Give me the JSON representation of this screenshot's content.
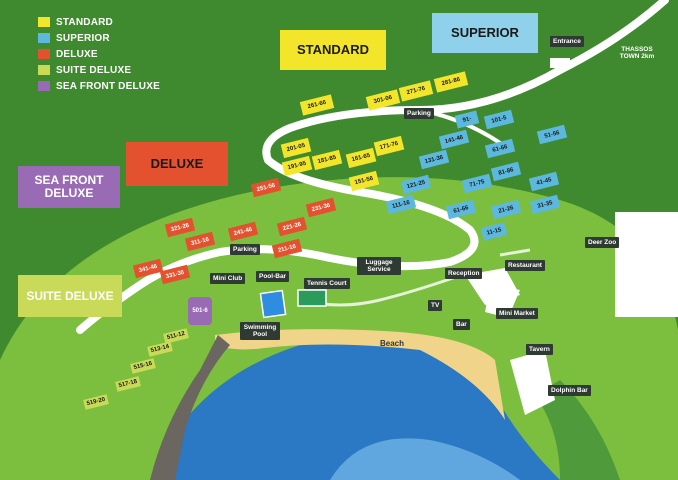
{
  "legend": [
    {
      "label": "STANDARD",
      "color": "#f3e62a"
    },
    {
      "label": "SUPERIOR",
      "color": "#5db8de"
    },
    {
      "label": "DELUXE",
      "color": "#e4512e"
    },
    {
      "label": "SUITE DELUXE",
      "color": "#c8da58"
    },
    {
      "label": "SEA FRONT DELUXE",
      "color": "#9a6bb5"
    }
  ],
  "callouts": {
    "standard": "STANDARD",
    "superior": "SUPERIOR",
    "deluxe": "DELUXE",
    "sea_front_deluxe": "SEA FRONT DELUXE",
    "suite_deluxe": "SUITE DELUXE"
  },
  "units": {
    "standard": [
      "261-66",
      "301-06",
      "271-76",
      "281-86",
      "201-05",
      "181-85",
      "161-65",
      "171-76",
      "191-95",
      "151-56"
    ],
    "superior": [
      "91-",
      "101-5",
      "141-46",
      "51-56",
      "131-36",
      "61-66",
      "81-86",
      "121-25",
      "71-75",
      "41-45",
      "111-16",
      "61-66",
      "21-26",
      "31-35",
      "11-15"
    ],
    "deluxe": [
      "251-56",
      "231-36",
      "321-26",
      "311-16",
      "241-46",
      "221-26",
      "211-16",
      "341-46",
      "331-36"
    ],
    "sea_front_deluxe": [
      "501-6"
    ],
    "suite_deluxe": [
      "511-12",
      "513-14",
      "515-16",
      "517-18",
      "519-20"
    ]
  },
  "places": {
    "entrance": "Entrance",
    "town": "THASSOS TOWN 2km",
    "parking_top": "Parking",
    "parking_mid": "Parking",
    "mini_club": "Mini Club",
    "pool_bar": "Pool-Bar",
    "tennis": "Tennis Court",
    "luggage": "Luggage Service",
    "reception": "Reception",
    "restaurant": "Restaurant",
    "deer_zoo": "Deer Zoo",
    "tv": "TV",
    "bar": "Bar",
    "mini_market": "Mini Market",
    "swimming_pool": "Swimming Pool",
    "beach": "Beach",
    "tavern": "Tavern",
    "dolphin_bar": "Dolphin Bar"
  }
}
